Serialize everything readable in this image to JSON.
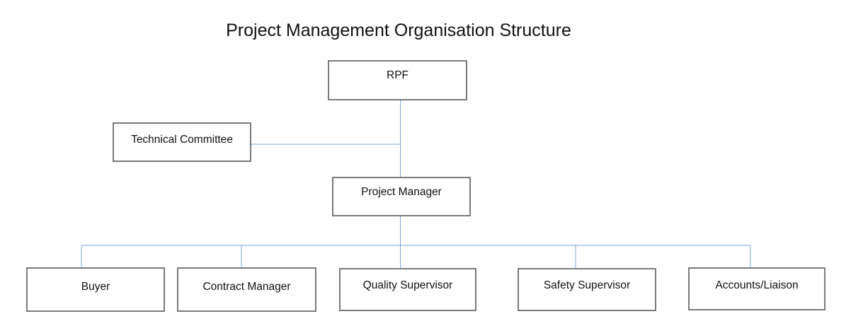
{
  "diagram": {
    "title": "Project Management Organisation Structure",
    "type": "org-chart",
    "background_color": "#ffffff",
    "box_fill_color": "#ffffff",
    "box_border_color": "#595959",
    "connector_color": "#7BA7D0",
    "text_color": "#111111",
    "nodes": {
      "rpf": {
        "label": "RPF"
      },
      "technical_committee": {
        "label": "Technical Committee"
      },
      "project_manager": {
        "label": "Project Manager"
      },
      "buyer": {
        "label": "Buyer"
      },
      "contract_manager": {
        "label": "Contract Manager"
      },
      "quality_supervisor": {
        "label": "Quality Supervisor"
      },
      "safety_supervisor": {
        "label": "Safety Supervisor"
      },
      "accounts_liaison": {
        "label": "Accounts/Liaison"
      }
    },
    "hierarchy": {
      "root": "RPF",
      "levels": [
        [
          "RPF"
        ],
        [
          "Technical Committee"
        ],
        [
          "Project Manager"
        ],
        [
          "Buyer",
          "Contract Manager",
          "Quality Supervisor",
          "Safety Supervisor",
          "Accounts/Liaison"
        ]
      ]
    },
    "connections": [
      {
        "from": "RPF",
        "to": "Project Manager"
      },
      {
        "from": "Technical Committee",
        "to": "RPF-Project Manager link"
      },
      {
        "from": "Project Manager",
        "to": "Buyer"
      },
      {
        "from": "Project Manager",
        "to": "Contract Manager"
      },
      {
        "from": "Project Manager",
        "to": "Quality Supervisor"
      },
      {
        "from": "Project Manager",
        "to": "Safety Supervisor"
      },
      {
        "from": "Project Manager",
        "to": "Accounts/Liaison"
      }
    ]
  }
}
